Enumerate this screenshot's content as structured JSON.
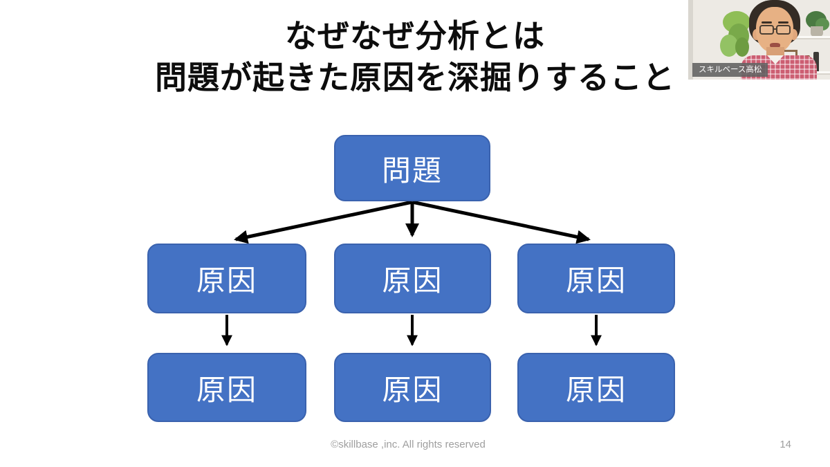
{
  "slide": {
    "title_line1": "なぜなぜ分析とは",
    "title_line2": "問題が起きた原因を深掘りすること",
    "footer_copyright": "©skillbase ,inc. All rights reserved",
    "page_number": "14"
  },
  "diagram": {
    "root": {
      "label": "問題"
    },
    "level1": [
      {
        "label": "原因"
      },
      {
        "label": "原因"
      },
      {
        "label": "原因"
      }
    ],
    "level2": [
      {
        "label": "原因"
      },
      {
        "label": "原因"
      },
      {
        "label": "原因"
      }
    ],
    "colors": {
      "box_fill": "#4472C4",
      "box_border": "#3A62AE",
      "box_text": "#FFFFFF",
      "arrow": "#000000"
    }
  },
  "webcam": {
    "name_label": "スキルベース高松"
  }
}
